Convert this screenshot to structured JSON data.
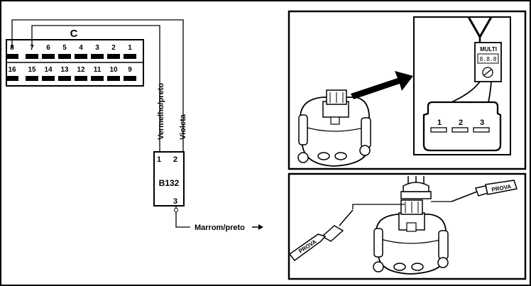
{
  "connector": {
    "label": "C",
    "top_pins": [
      "8",
      "7",
      "6",
      "5",
      "4",
      "3",
      "2",
      "1"
    ],
    "bottom_pins": [
      "16",
      "15",
      "14",
      "13",
      "12",
      "11",
      "10",
      "9"
    ]
  },
  "wires": {
    "wire1": "Vermelho/preto",
    "wire2": "Violeta",
    "wire3": "Marrom/preto"
  },
  "sensor": {
    "label": "B132",
    "pin1": "1",
    "pin2": "2",
    "pin3": "3"
  },
  "multimeter": {
    "label": "MULTI",
    "display": "8.8.8",
    "socket_pins": [
      "1",
      "2",
      "3"
    ]
  },
  "probes": {
    "left_label": "PROVA",
    "right_label": "PROVA"
  }
}
